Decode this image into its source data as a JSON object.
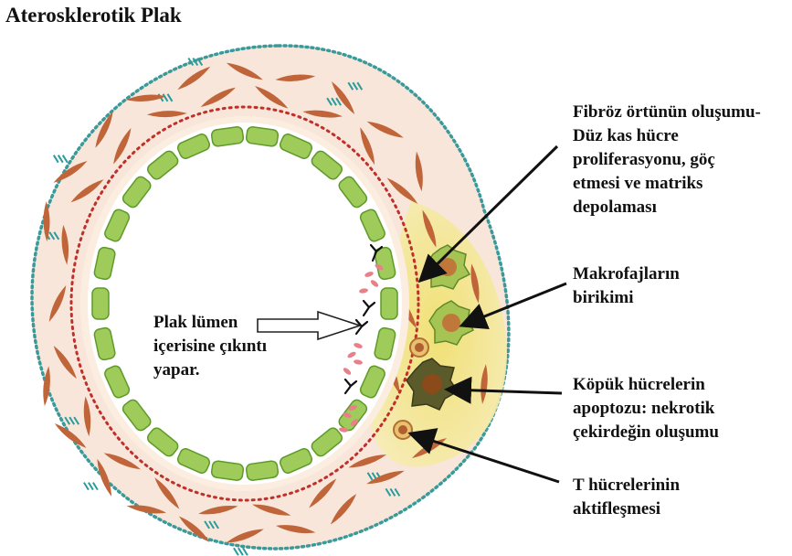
{
  "title": "Aterosklerotik Plak",
  "labels": {
    "fibrous_cap": [
      "Fibröz örtünün oluşumu-",
      "Düz kas hücre",
      "proliferasyonu, göç",
      "etmesi ve matriks",
      "depolaması"
    ],
    "macrophage": [
      "Makrofajların",
      "birikimi"
    ],
    "foam_cell": [
      "Köpük hücrelerin",
      "apoptozu: nekrotik",
      "çekirdeğin oluşumu"
    ],
    "t_cell": [
      "T hücrelerinin",
      "aktifleşmesi"
    ],
    "lumen": [
      "Plak lümen",
      "içerisine çıkıntı",
      "yapar."
    ]
  },
  "colors": {
    "adventitia": "#f8e6da",
    "outer_dots": "#3a9a9a",
    "smc": "#c0643a",
    "collagen": "#2a9c9c",
    "elastic_dots": "#c0302a",
    "endothelium": "#9ecb5a",
    "endothelium_edge": "#5e9a2a",
    "plaque": "#f4e6a0",
    "macrophage": "#a6c454",
    "foam_cell": "#5a5a2a",
    "nucleus": "#c0783a",
    "platelet": "#e8808a"
  }
}
